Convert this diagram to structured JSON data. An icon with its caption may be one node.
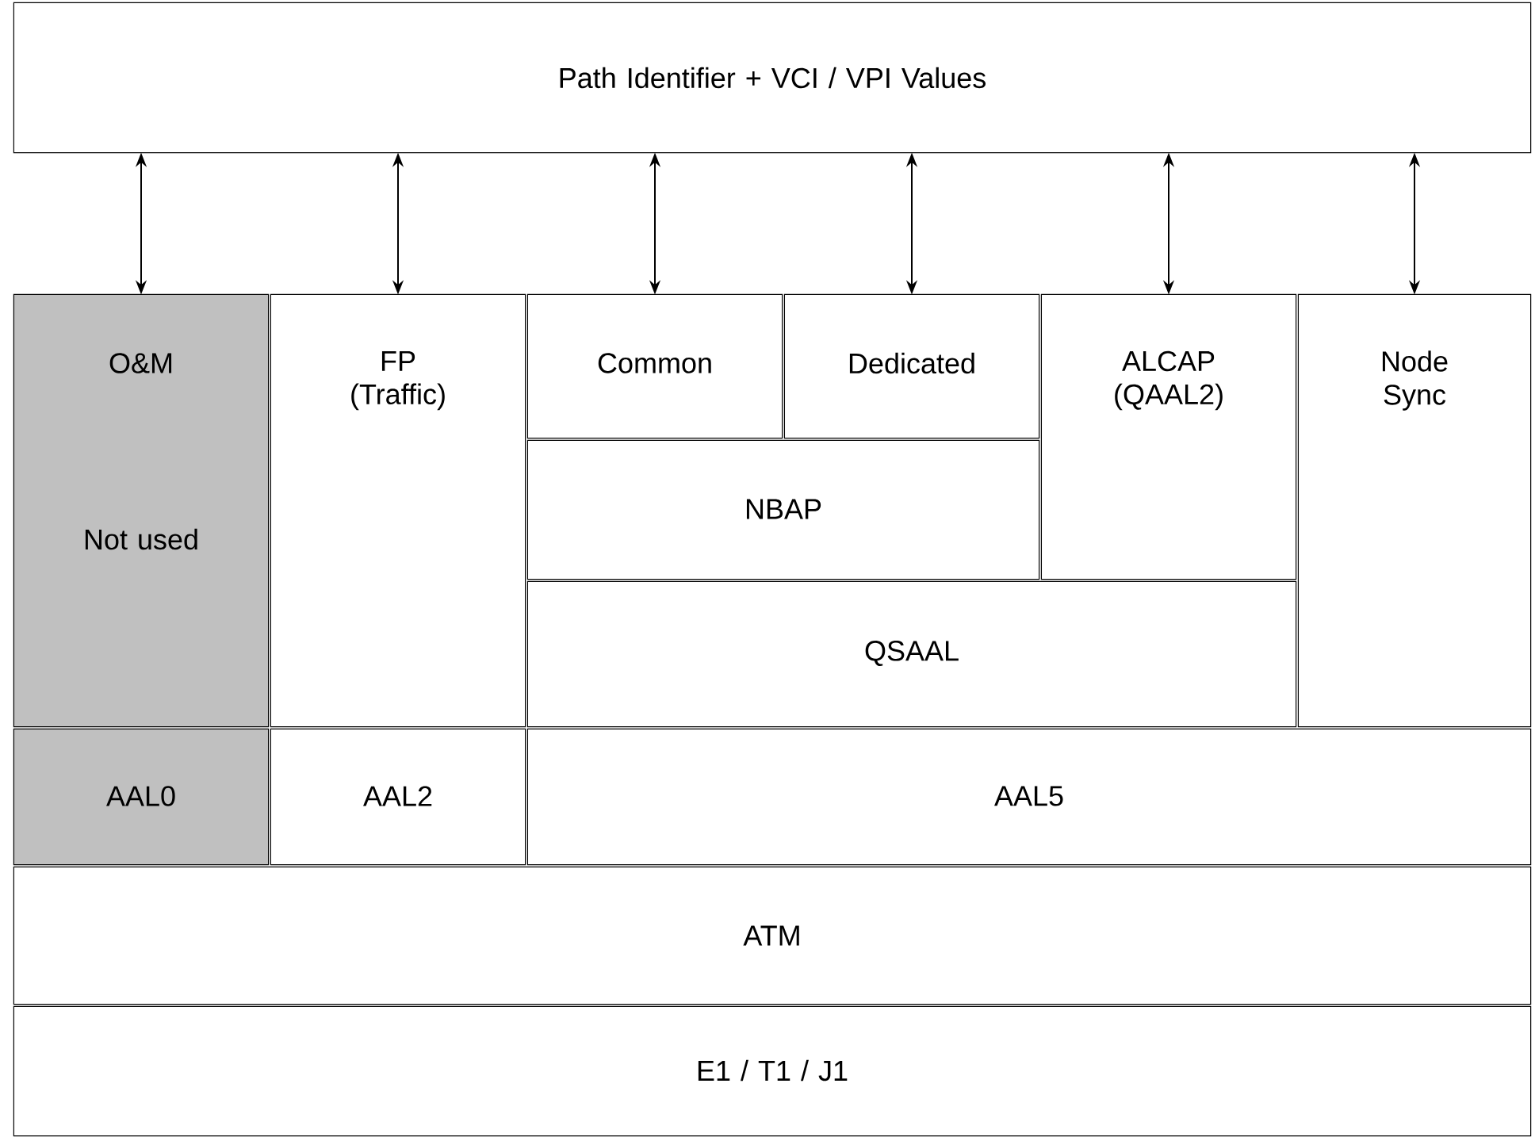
{
  "diagram": {
    "nodes": [
      {
        "text": [
          "Path Identifier + VCI / VPI Values"
        ]
      },
      {
        "text": [
          "O&M",
          "Not used"
        ]
      },
      {
        "text": [
          "FP (Traffic)"
        ]
      },
      {
        "text": [
          "Common"
        ]
      },
      {
        "text": [
          "Dedicated"
        ]
      },
      {
        "text": [
          "NBAP"
        ]
      },
      {
        "text": [
          "ALCAP (QAAL2)"
        ]
      },
      {
        "text": [
          "QSAAL"
        ]
      },
      {
        "text": [
          "Node Sync"
        ]
      },
      {
        "text": [
          "AAL0"
        ]
      },
      {
        "text": [
          "AAL2"
        ]
      },
      {
        "text": [
          "AAL5"
        ]
      },
      {
        "text": [
          "ATM"
        ]
      },
      {
        "text": [
          "E1 / T1 / J1"
        ]
      }
    ],
    "edges": [
      {
        "from": 0,
        "to": 1,
        "arrow": "both"
      },
      {
        "from": 0,
        "to": 2,
        "arrow": "both"
      },
      {
        "from": 0,
        "to": 3,
        "arrow": "both"
      },
      {
        "from": 0,
        "to": 4,
        "arrow": "both"
      },
      {
        "from": 0,
        "to": 6,
        "arrow": "both"
      },
      {
        "from": 0,
        "to": 8,
        "arrow": "both"
      }
    ]
  }
}
